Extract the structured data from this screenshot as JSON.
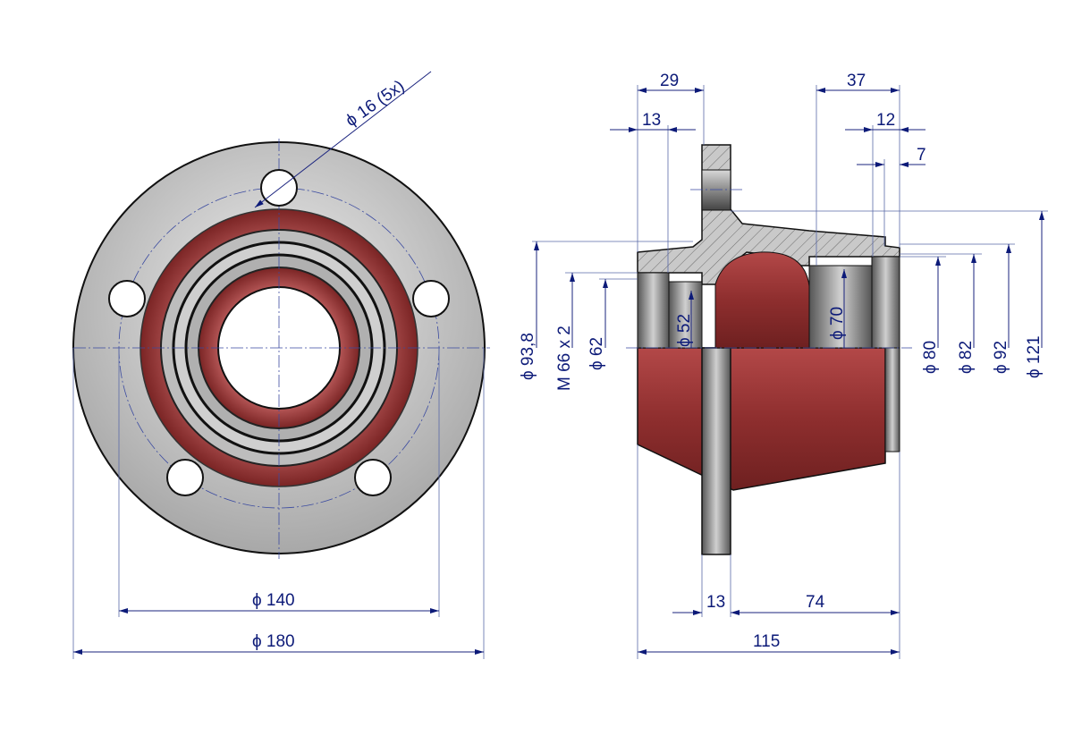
{
  "drawing": {
    "front_view": {
      "hole_callout": "ϕ 16  (5x)",
      "pcd": "ϕ 140",
      "outer_diameter": "ϕ 180"
    },
    "section_view": {
      "top_dims": {
        "d29": "29",
        "d13": "13",
        "d37": "37",
        "d12": "12",
        "d7": "7"
      },
      "bottom_dims": {
        "d13": "13",
        "d74": "74",
        "d115": "115"
      },
      "left_diameters": {
        "d93": "ϕ 93,8",
        "thread": "M 66 x 2",
        "d62": "ϕ 62"
      },
      "inner_diameters": {
        "d52": "ϕ 52",
        "d70": "ϕ 70"
      },
      "right_diameters": {
        "d80": "ϕ 80",
        "d82": "ϕ 82",
        "d92": "ϕ 92",
        "d121": "ϕ 121"
      }
    },
    "colors": {
      "body_red": "#9c3a3a",
      "steel_grey": "#b5b5b5",
      "dimension_blue": "#0c1a78"
    }
  }
}
